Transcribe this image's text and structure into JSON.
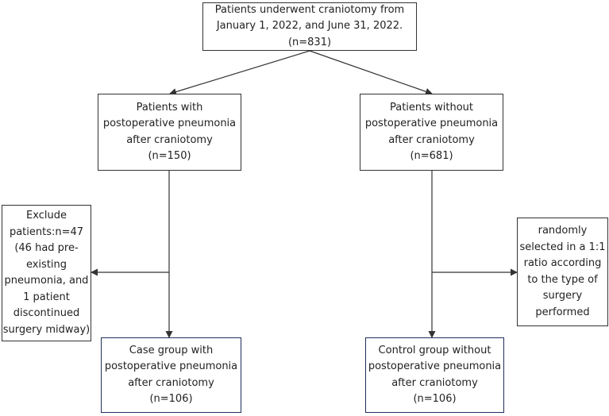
{
  "flowchart": {
    "top": {
      "lines": [
        "Patients underwent craniotomy from",
        "January 1, 2022, and June 31, 2022.",
        "(n=831)"
      ]
    },
    "pneumonia": {
      "lines": [
        "Patients with",
        "postoperative pneumonia",
        "after craniotomy",
        "(n=150)"
      ]
    },
    "no_pneumonia": {
      "lines": [
        "Patients without",
        "postoperative pneumonia",
        "after craniotomy",
        "(n=681)"
      ]
    },
    "exclude": {
      "lines": [
        "Exclude",
        "patients:n=47",
        "(46 had pre-",
        "existing",
        "pneumonia, and",
        "1 patient",
        "discontinued",
        "surgery midway)"
      ]
    },
    "random": {
      "lines": [
        "randomly",
        "selected in a 1:1",
        "ratio according",
        "to the type of",
        "surgery",
        "performed"
      ]
    },
    "case_group": {
      "lines": [
        "Case group with",
        "postoperative pneumonia",
        "after craniotomy",
        "(n=106)"
      ]
    },
    "control_group": {
      "lines": [
        "Control group without",
        "postoperative pneumonia",
        "after craniotomy",
        "(n=106)"
      ]
    }
  },
  "colors": {
    "line": "#333333",
    "text": "#222222",
    "bottom_box_border": "#1f2f5c"
  }
}
